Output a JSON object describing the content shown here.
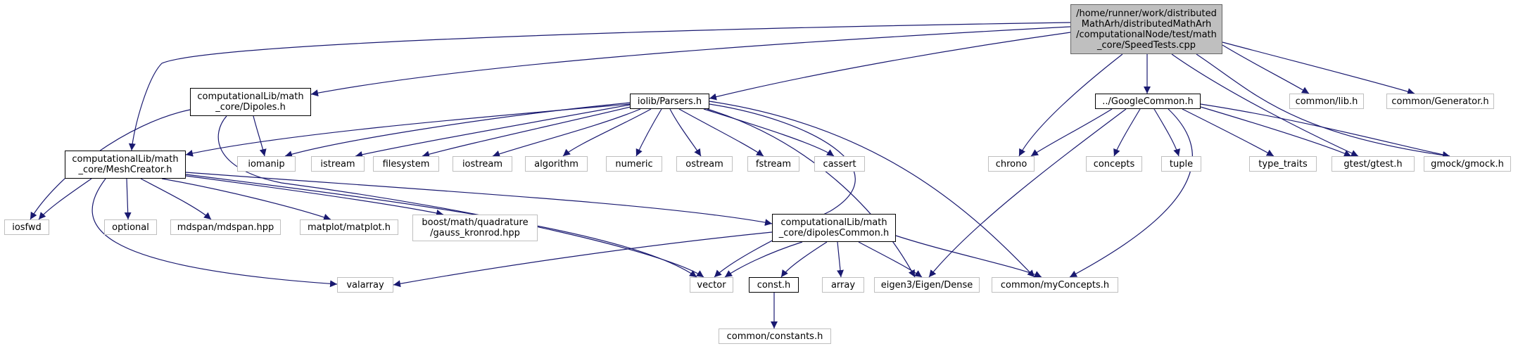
{
  "colors": {
    "edge": "#191970",
    "root_fill": "#bfbfbf",
    "external_border": "#bfbfbf",
    "internal_border": "#000000"
  },
  "nodes": {
    "root": {
      "lines": [
        "/home/runner/work/distributed",
        "MathArh/distributedMathArh",
        "/computationalNode/test/math",
        "_core/SpeedTests.cpp"
      ]
    },
    "dipoles": {
      "lines": [
        "computationalLib/math",
        "_core/Dipoles.h"
      ]
    },
    "parsers": {
      "lines": [
        "iolib/Parsers.h"
      ]
    },
    "google": {
      "lines": [
        "../GoogleCommon.h"
      ]
    },
    "commonlib": {
      "lines": [
        "common/lib.h"
      ]
    },
    "generator": {
      "lines": [
        "common/Generator.h"
      ]
    },
    "mesh": {
      "lines": [
        "computationalLib/math",
        "_core/MeshCreator.h"
      ]
    },
    "iomanip": {
      "lines": [
        "iomanip"
      ]
    },
    "istream": {
      "lines": [
        "istream"
      ]
    },
    "filesystem": {
      "lines": [
        "filesystem"
      ]
    },
    "iostream": {
      "lines": [
        "iostream"
      ]
    },
    "algorithm": {
      "lines": [
        "algorithm"
      ]
    },
    "numeric": {
      "lines": [
        "numeric"
      ]
    },
    "ostream": {
      "lines": [
        "ostream"
      ]
    },
    "fstream": {
      "lines": [
        "fstream"
      ]
    },
    "cassert": {
      "lines": [
        "cassert"
      ]
    },
    "chrono": {
      "lines": [
        "chrono"
      ]
    },
    "concepts": {
      "lines": [
        "concepts"
      ]
    },
    "tuple": {
      "lines": [
        "tuple"
      ]
    },
    "typetraits": {
      "lines": [
        "type_traits"
      ]
    },
    "gtest": {
      "lines": [
        "gtest/gtest.h"
      ]
    },
    "gmock": {
      "lines": [
        "gmock/gmock.h"
      ]
    },
    "iosfwd": {
      "lines": [
        "iosfwd"
      ]
    },
    "optional": {
      "lines": [
        "optional"
      ]
    },
    "mdspan": {
      "lines": [
        "mdspan/mdspan.hpp"
      ]
    },
    "matplot": {
      "lines": [
        "matplot/matplot.h"
      ]
    },
    "boost": {
      "lines": [
        "boost/math/quadrature",
        "/gauss_kronrod.hpp"
      ]
    },
    "dipcommon": {
      "lines": [
        "computationalLib/math",
        "_core/dipolesCommon.h"
      ]
    },
    "valarray": {
      "lines": [
        "valarray"
      ]
    },
    "vector": {
      "lines": [
        "vector"
      ]
    },
    "consth": {
      "lines": [
        "const.h"
      ]
    },
    "array": {
      "lines": [
        "array"
      ]
    },
    "eigen": {
      "lines": [
        "eigen3/Eigen/Dense"
      ]
    },
    "myconcepts": {
      "lines": [
        "common/myConcepts.h"
      ]
    },
    "constants": {
      "lines": [
        "common/constants.h"
      ]
    }
  }
}
